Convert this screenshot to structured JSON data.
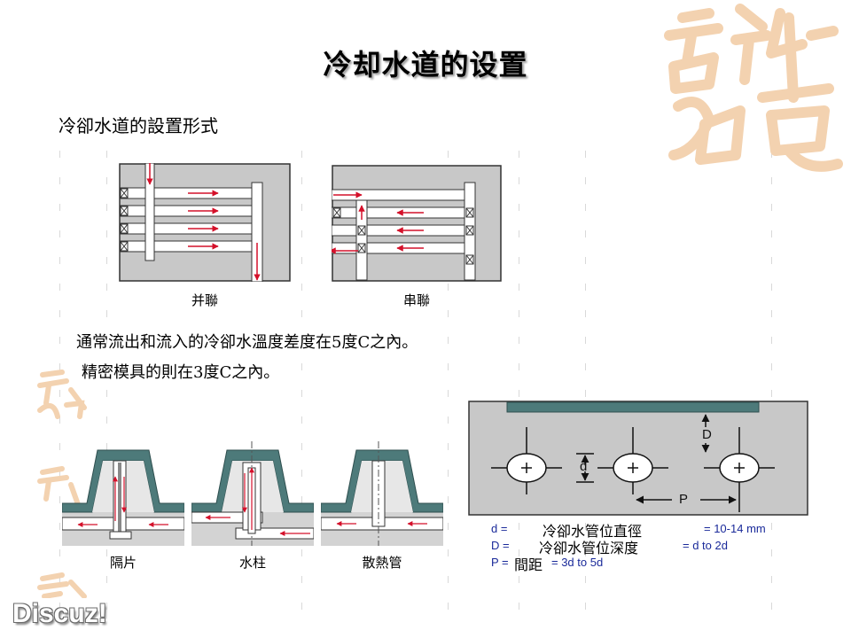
{
  "title": "冷却水道的设置",
  "subtitle": "冷卻水道的設置形式",
  "diagram_top": {
    "left_caption": "并聯",
    "right_caption": "串聯"
  },
  "notes": [
    "通常流出和流入的冷卻水溫度差度在5度C之內。",
    "精密模具的則在3度C之內。"
  ],
  "diagram_bottom": {
    "captions": [
      "隔片",
      "水柱",
      "散熱管"
    ]
  },
  "diagram_right": {
    "d_label": "d",
    "D_label": "D",
    "P_label": "P",
    "legend": [
      {
        "key": "d =",
        "zh": "冷卻水管位直徑",
        "value": "= 10-14 mm"
      },
      {
        "key": "D =",
        "zh": "冷卻水管位深度",
        "value": "= d to 2d"
      },
      {
        "key": "P =",
        "zh": "間距",
        "value": "= 3d to 5d"
      }
    ]
  },
  "watermark": "Discuz!",
  "colors": {
    "mold_gray": "#c8c8c8",
    "outline": "#333333",
    "arrow_red": "#d4102a",
    "teal": "#4d7a7a",
    "deco_orange": "#f3d2b0"
  }
}
